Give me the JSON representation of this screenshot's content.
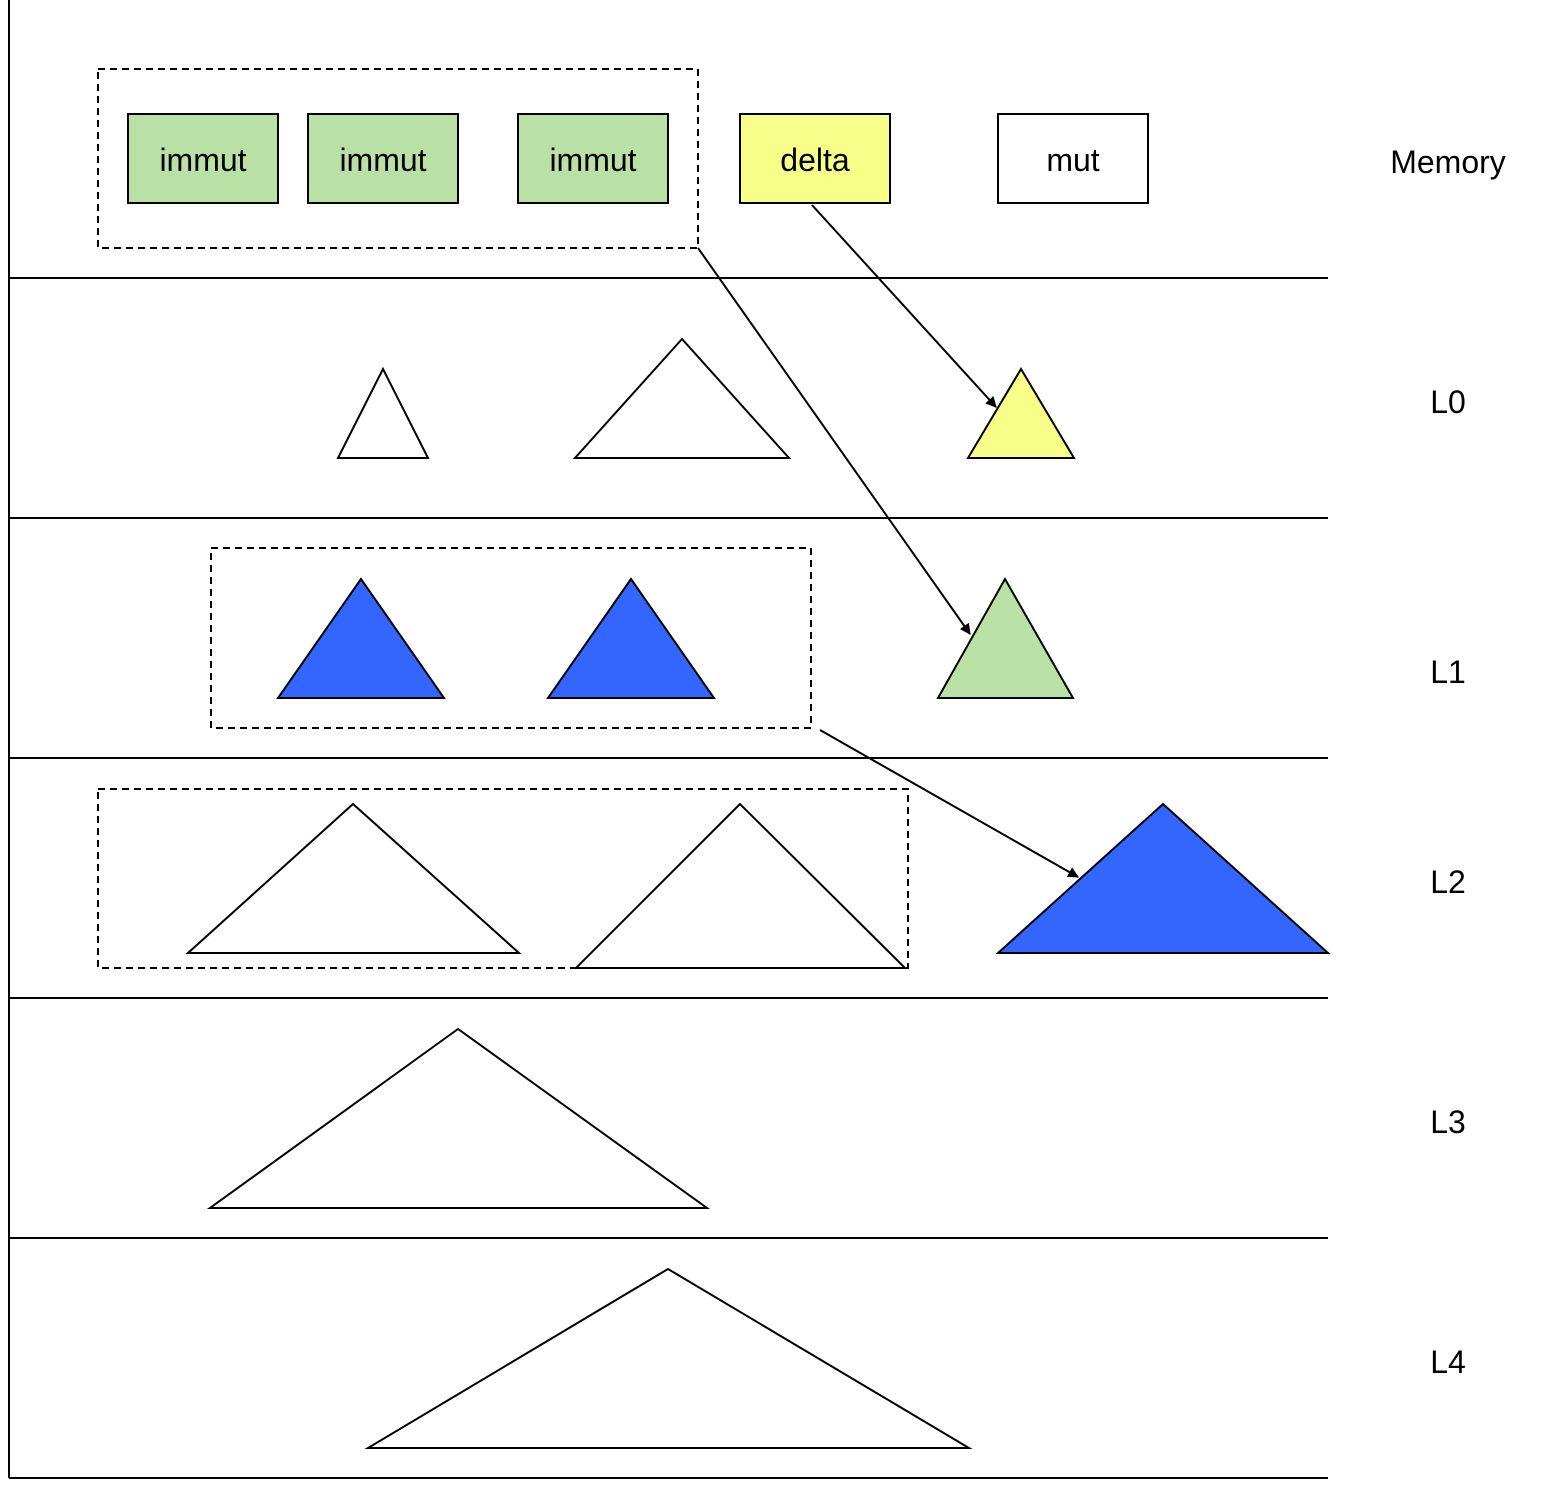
{
  "levels": {
    "memory": "Memory",
    "l0": "L0",
    "l1": "L1",
    "l2": "L2",
    "l3": "L3",
    "l4": "L4"
  },
  "memtables": {
    "immut_1": "immut",
    "immut_2": "immut",
    "immut_3": "immut",
    "delta": "delta",
    "mut": "mut"
  },
  "colors": {
    "immut_fill": "#b9e0a5",
    "delta_fill": "#f8ff88",
    "mut_fill": "#ffffff",
    "compacted_fill": "#3366ff",
    "empty_fill": "#ffffff",
    "stroke": "#000000"
  }
}
